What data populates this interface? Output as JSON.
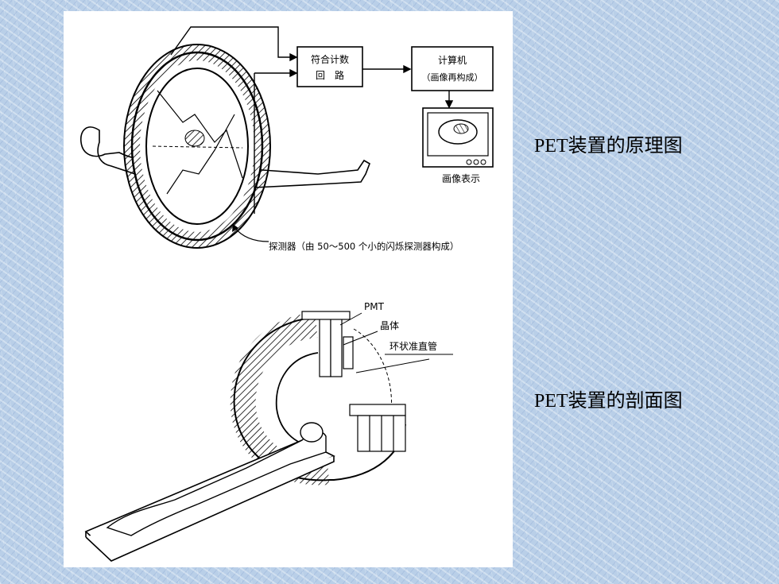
{
  "captions": {
    "principle": "PET装置的原理图",
    "section": "PET装置的剖面图"
  },
  "top_diagram": {
    "coincidence_box": {
      "line1": "符合计数",
      "line2": "回　路"
    },
    "computer_box": {
      "line1": "计算机",
      "line2": "（画像再构成）"
    },
    "display_label": "画像表示",
    "detector_label": "探测器（由 50～500 个小的闪烁探测器构成）"
  },
  "bottom_diagram": {
    "label_pmt": "PMT",
    "label_crystal": "晶体",
    "label_collimator": "环状准直管"
  },
  "colors": {
    "background": "#b9cfe8",
    "panel": "#ffffff",
    "ink": "#000000"
  },
  "icons": [
    "pet-ring-icon",
    "patient-body-icon",
    "monitor-icon",
    "pet-scanner-section-icon"
  ]
}
